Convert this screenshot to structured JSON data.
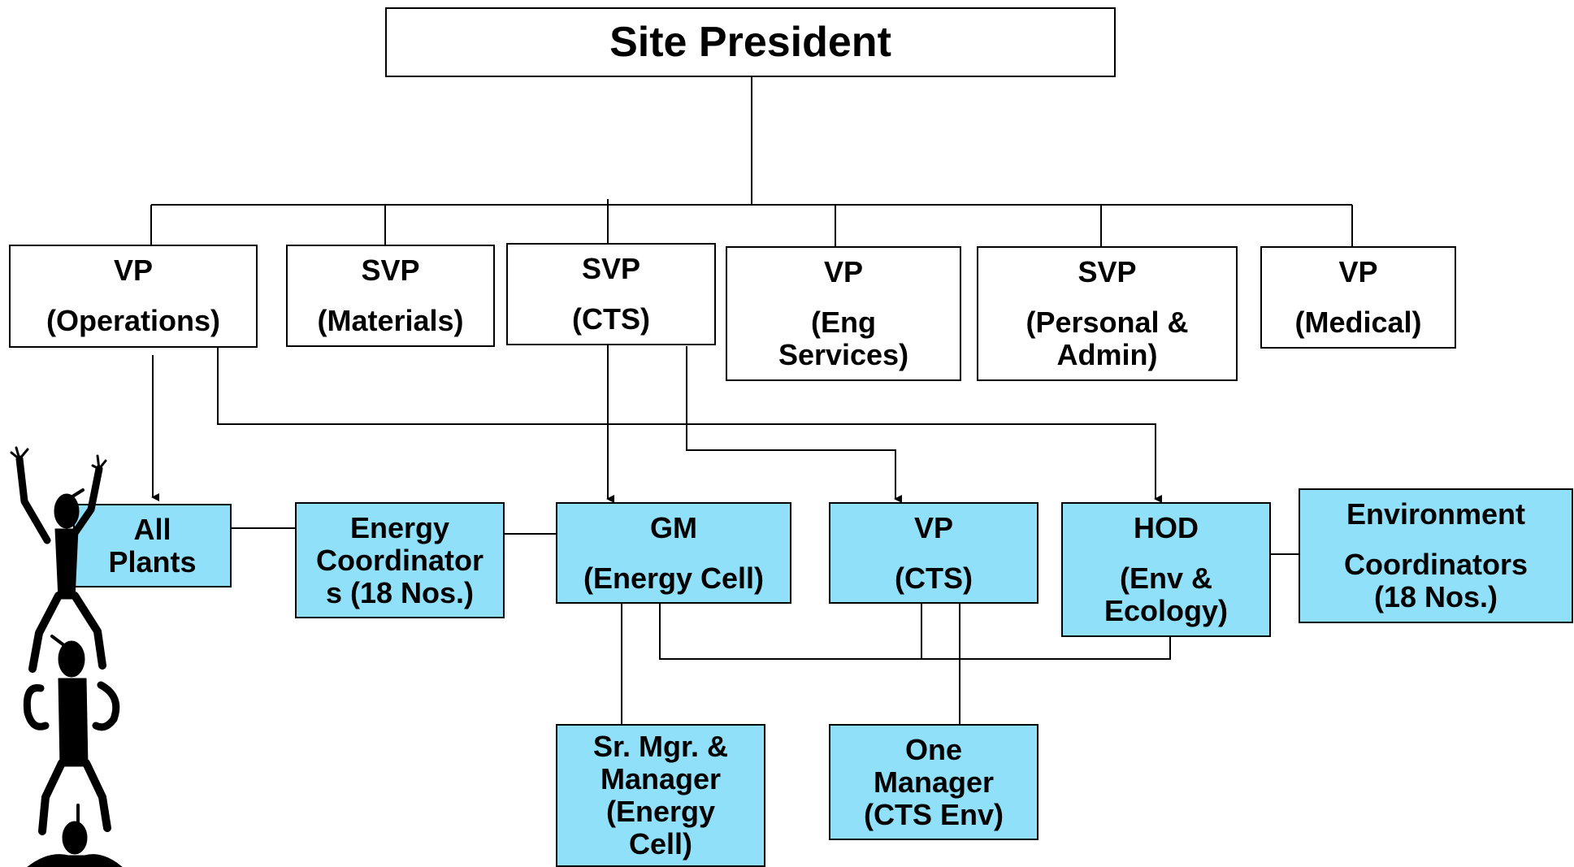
{
  "top": {
    "title": "Site President"
  },
  "row1": [
    {
      "l1": "VP",
      "l2": "(Operations)"
    },
    {
      "l1": "SVP",
      "l2": "(Materials)"
    },
    {
      "l1": "SVP",
      "l2": "(CTS)"
    },
    {
      "l1": "VP",
      "l2": "(Eng",
      "l3": "Services)"
    },
    {
      "l1": "SVP",
      "l2": "(Personal &",
      "l3": "Admin)"
    },
    {
      "l1": "VP",
      "l2": "(Medical)"
    }
  ],
  "row2": {
    "all_plants": {
      "l1": "All",
      "l2": "Plants"
    },
    "energy_coord": {
      "l1": "Energy",
      "l2": "Coordinator",
      "l3": "s (18 Nos.)"
    },
    "gm": {
      "l1": "GM",
      "l2": "(Energy Cell)"
    },
    "vp_cts": {
      "l1": "VP",
      "l2": "(CTS)"
    },
    "hod": {
      "l1": "HOD",
      "l2": "(Env &",
      "l3": "Ecology)"
    },
    "env_coord": {
      "l1": "Environment",
      "l2": "Coordinators",
      "l3": "(18 Nos.)"
    }
  },
  "row3": {
    "sr_mgr": {
      "l1": "Sr. Mgr. &",
      "l2": "Manager",
      "l3": "(Energy",
      "l4": "Cell)"
    },
    "one_mgr": {
      "l1": "One",
      "l2": "Manager",
      "l3": "(CTS Env)"
    }
  },
  "colors": {
    "box_fill": "#8fe0f8",
    "line": "#000000"
  },
  "icons": {
    "clipart": "stacked-people-clipart"
  }
}
